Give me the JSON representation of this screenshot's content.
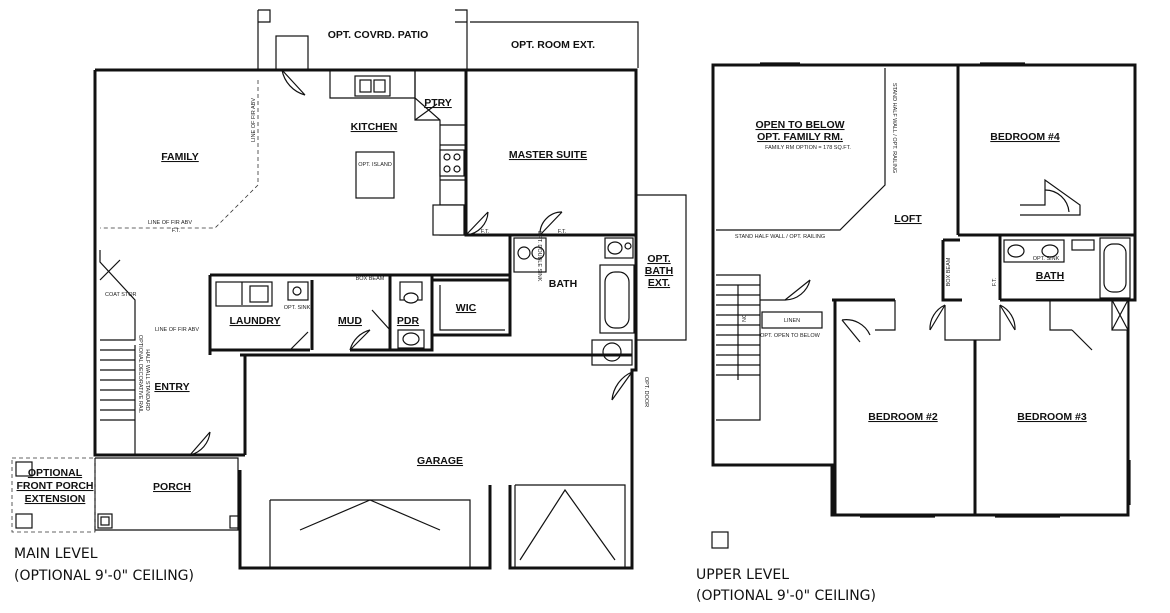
{
  "main_level": {
    "caption_line1": "MAIN LEVEL",
    "caption_line2": "(OPTIONAL 9'-0\" CEILING)",
    "rooms": {
      "patio": "OPT. COVRD. PATIO",
      "room_ext": "OPT. ROOM EXT.",
      "family": "FAMILY",
      "kitchen": "KITCHEN",
      "island": "OPT. ISLAND",
      "pantry": "PTRY",
      "master_suite": "MASTER SUITE",
      "bath_ext_1": "OPT.",
      "bath_ext_2": "BATH",
      "bath_ext_3": "EXT.",
      "bath": "BATH",
      "laundry": "LAUNDRY",
      "mud": "MUD",
      "pdr": "PDR",
      "wic": "WIC",
      "entry": "ENTRY",
      "garage": "GARAGE",
      "porch": "PORCH",
      "front_porch_1": "OPTIONAL",
      "front_porch_2": "FRONT PORCH",
      "front_porch_3": "EXTENSION"
    },
    "notes": {
      "family_firebay_v": "LINE OF FIR ABV",
      "family_firebay_h": "LINE OF FIR ABV",
      "ft": "F.T.",
      "coat_stor": "COAT STOR",
      "half_wall": "HALF WALL STANDARD",
      "opt_rail": "OPTIONAL DECORATIVE RAIL",
      "line_abv": "LINE OF FIR ABV",
      "box_beam": "BOX BEAM",
      "opt_sink": "OPT. SINK",
      "opt_door": "OPT. DOOR",
      "opt_shelf": "OPT. DOUBLE SINK"
    }
  },
  "upper_level": {
    "caption_line1": "UPPER LEVEL",
    "caption_line2": "(OPTIONAL 9'-0\" CEILING)",
    "rooms": {
      "open_below_1": "OPEN TO BELOW",
      "open_below_2": "OPT. FAMILY RM.",
      "loft": "LOFT",
      "bedroom4": "BEDROOM #4",
      "bath": "BATH",
      "bedroom2": "BEDROOM #2",
      "bedroom3": "BEDROOM #3"
    },
    "notes": {
      "family_option": "FAMILY RM OPTION = 178 SQ.FT.",
      "half_wall_rail": "STAND HALF WALL / OPT. RAILING",
      "half_wall_rail_v": "STAND HALF WALL / OPT. RAILING",
      "linen": "LINEN",
      "opt_open_below": "OPT. OPEN TO BELOW",
      "opt_sink": "OPT. SINK",
      "box_beam": "BOX BEAM",
      "ft": "F.T.",
      "dn": "DN"
    }
  }
}
